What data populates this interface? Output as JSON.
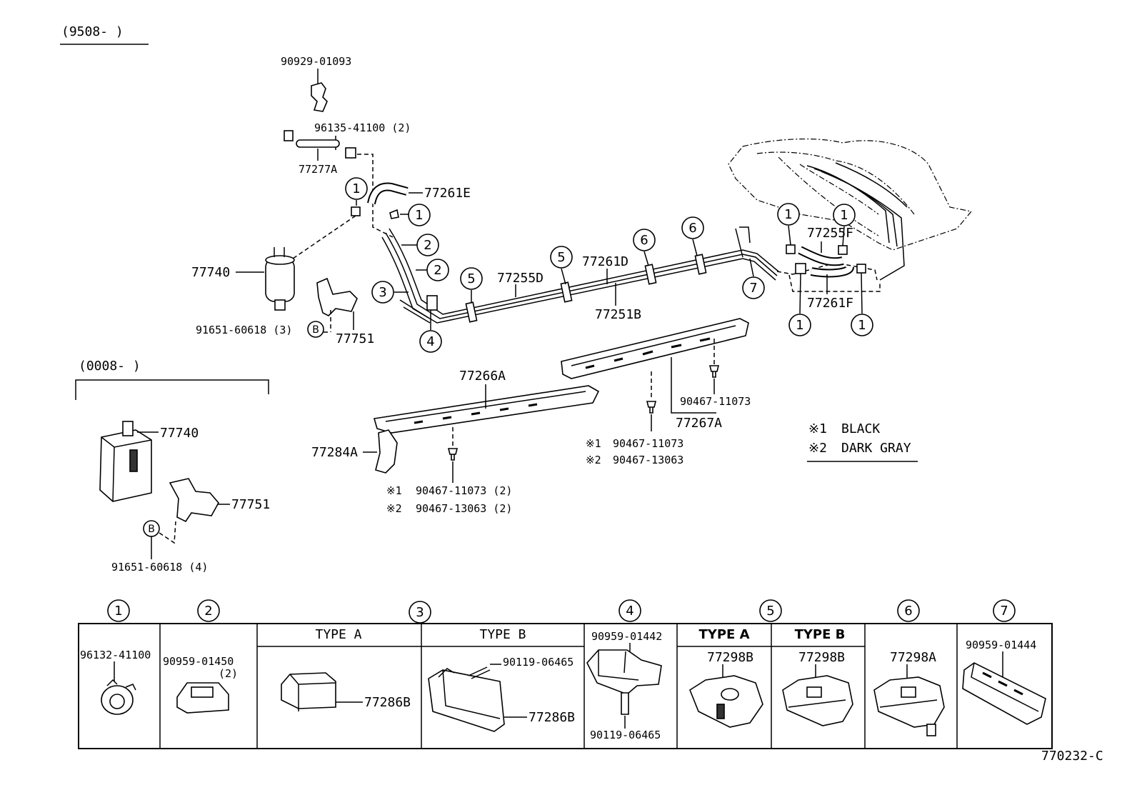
{
  "header": {
    "range_main": "(9508-      )",
    "range_alt": "(0008-      )"
  },
  "callouts": {
    "c1": "1",
    "c2": "2",
    "c3": "3",
    "c4": "4",
    "c5": "5",
    "c6": "6",
    "c7": "7",
    "b": "B"
  },
  "parts": {
    "p90929_01093": "90929-01093",
    "p96135_41100": "96135-41100 (2)",
    "p77277A": "77277A",
    "p77261E": "77261E",
    "p77740": "77740",
    "p91651_3": "91651-60618 (3)",
    "p77751": "77751",
    "p77255D": "77255D",
    "p77261D": "77261D",
    "p77251B": "77251B",
    "p77255F": "77255F",
    "p77261F": "77261F",
    "p77266A": "77266A",
    "p77284A": "77284A",
    "p90467_1": "90467-11073 (2)",
    "p90467_2": "90467-13063 (2)",
    "p90467_11073": "90467-11073",
    "p77267A": "77267A",
    "p90467_11073b": "90467-11073",
    "p90467_13063b": "90467-13063",
    "p77740b": "77740",
    "p77751b": "77751",
    "p91651_4": "91651-60618 (4)"
  },
  "notes": {
    "mark1": "※1",
    "mark2": "※2",
    "black": "BLACK",
    "dark_gray": "DARK GRAY"
  },
  "table": {
    "c1_part": "96132-41100",
    "c2_part": "90959-01450",
    "c2_qty": "(2)",
    "c3_typeA": "TYPE A",
    "c3_typeB": "TYPE B",
    "c3_a_part": "77286B",
    "c3_b_bolt": "90119-06465",
    "c3_b_part": "77286B",
    "c4_part": "90959-01442",
    "c4_bolt": "90119-06465",
    "c5_typeA": "TYPE A",
    "c5_typeB": "TYPE B",
    "c5_a_part": "77298B",
    "c5_b_part": "77298B",
    "c6_part": "77298A",
    "c7_part": "90959-01444"
  },
  "figure_id": "770232-C"
}
